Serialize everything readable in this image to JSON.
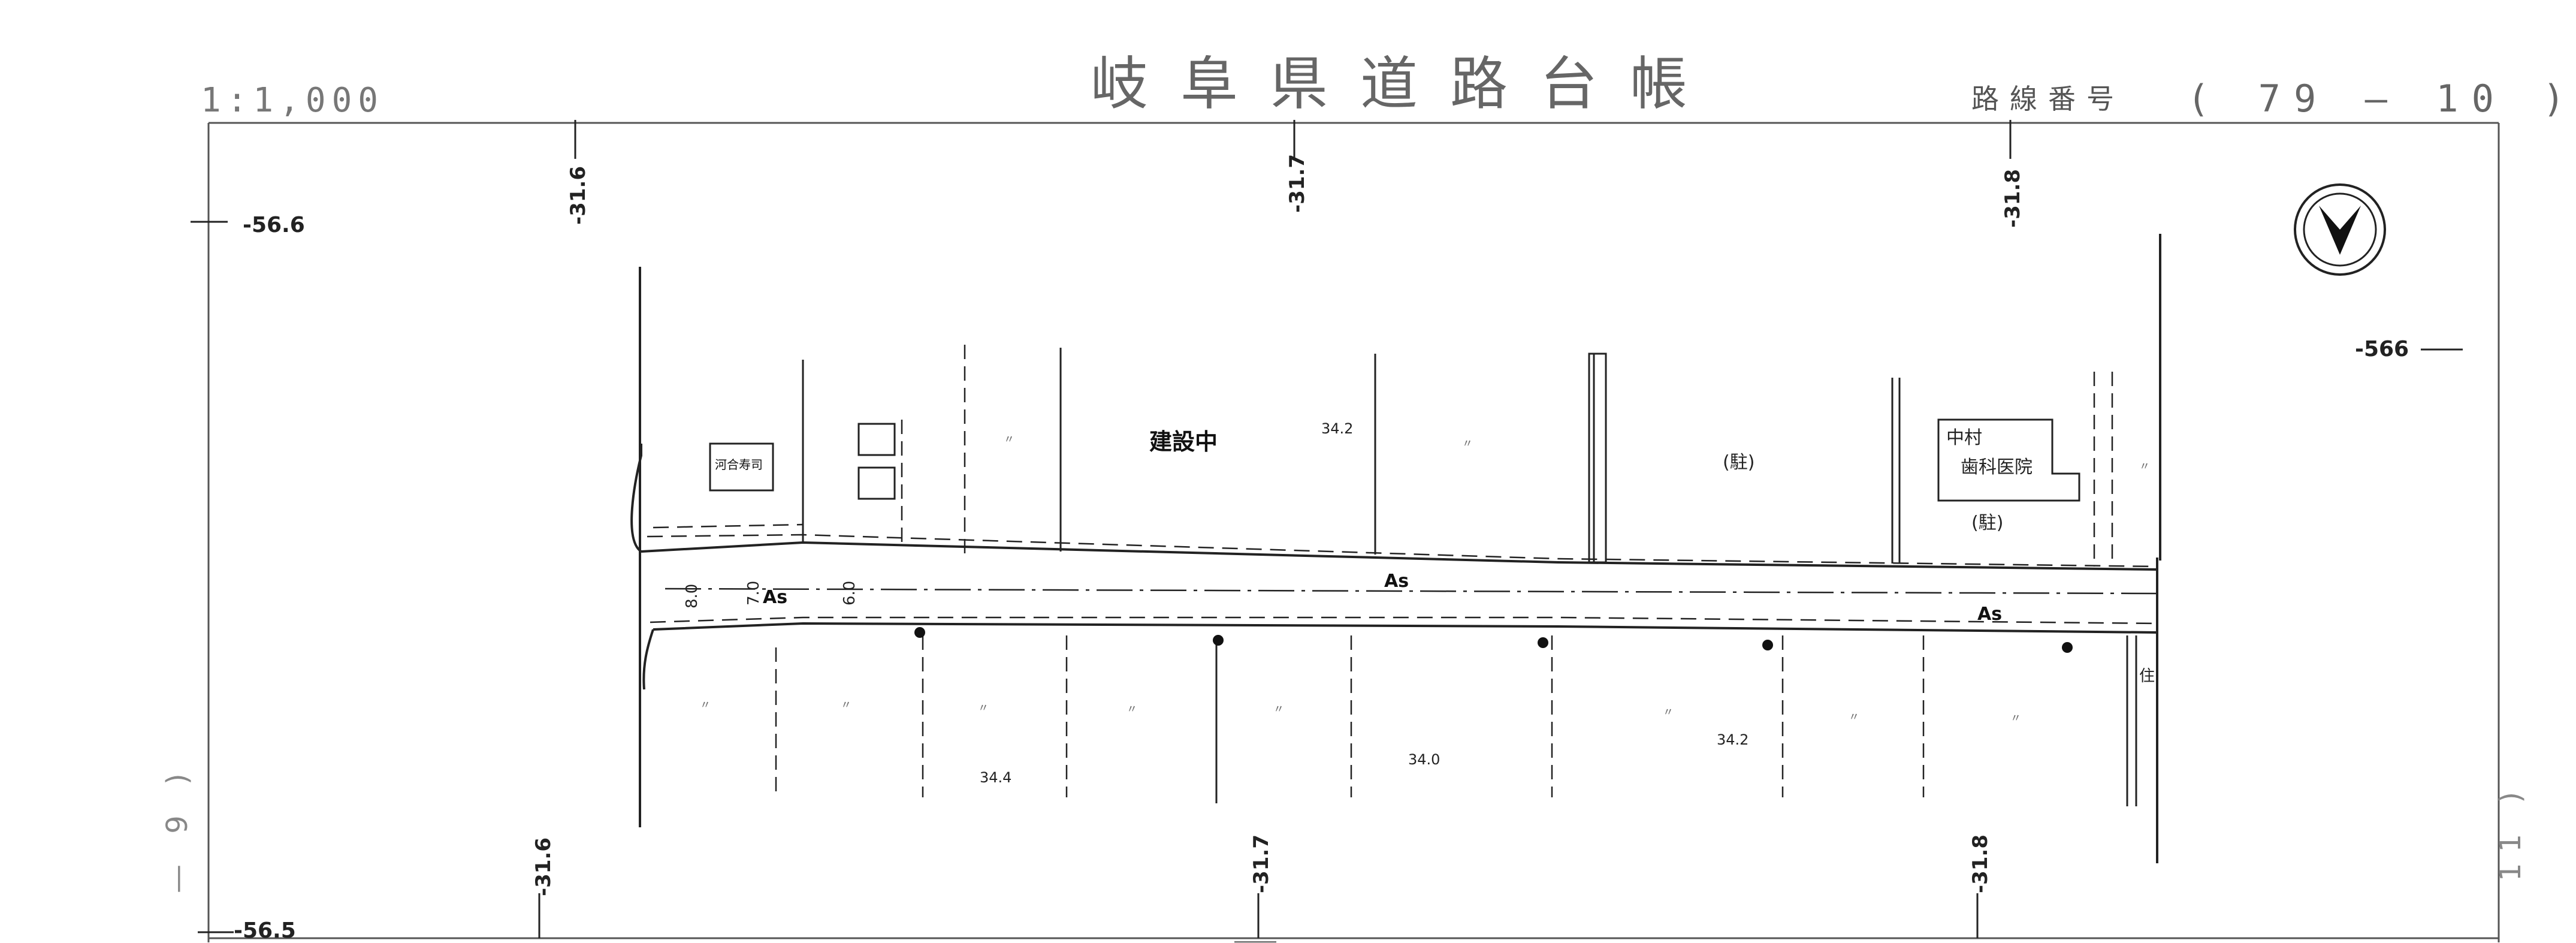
{
  "header": {
    "scale": "1:1,000",
    "title": "岐阜県道路台帳",
    "route_label": "路線番号",
    "route_number": "( 79 — 10 )"
  },
  "grid": {
    "top_x_labels": [
      "-31.6",
      "-31.7",
      "-31.8"
    ],
    "bottom_x_labels": [
      "-31.6",
      "-31.7",
      "-31.8"
    ],
    "left_top_y": "-56.6",
    "left_bottom_y": "-56.5",
    "right_y": "-566"
  },
  "sheets": {
    "left_adjacent": "— 9 )",
    "right_adjacent": "11 )"
  },
  "map": {
    "under_construction": "建設中",
    "sushi_shop": "河合寿司",
    "parking_1": "(駐)",
    "parking_2": "(駐)",
    "clinic_line1": "中村",
    "clinic_line2": "歯科医院",
    "residence": "住",
    "surface_center": "As",
    "surface_right": "As",
    "surface_left": "As",
    "width_1": "8.0",
    "width_2": "7.0",
    "width_3": "6.0",
    "elev_1": "34.2",
    "elev_2": "34.4",
    "elev_3": "34.0",
    "elev_4": "34.2",
    "ditto": "〃"
  },
  "colors": {
    "line": "#222222",
    "frame": "#555555",
    "faint": "#888888"
  }
}
